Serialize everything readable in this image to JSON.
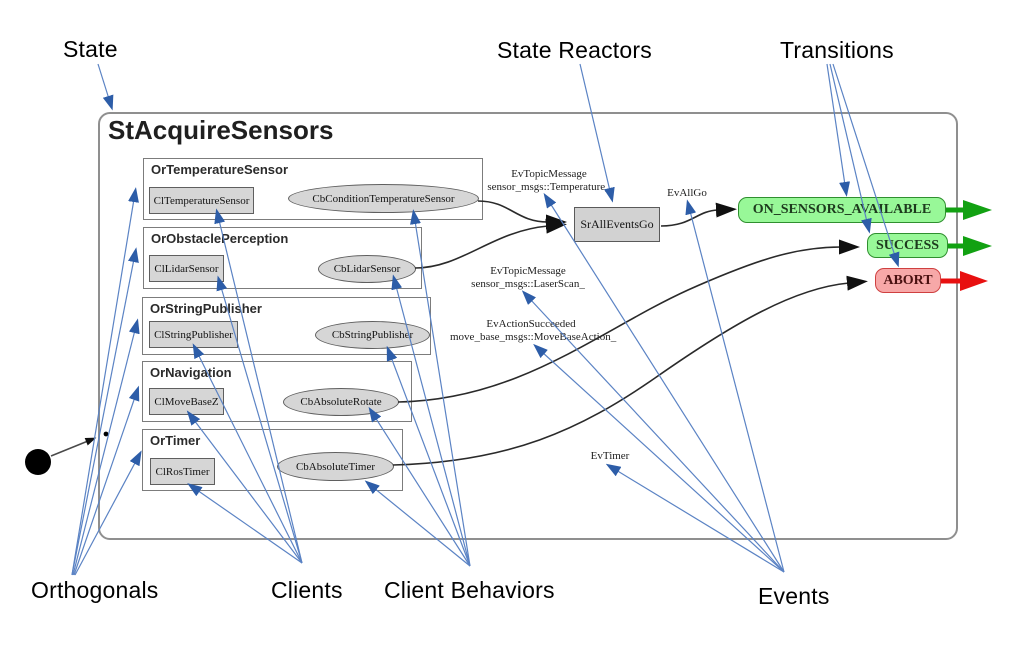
{
  "labels": {
    "state": "State",
    "state_reactors": "State Reactors",
    "transitions": "Transitions",
    "orthogonals": "Orthogonals",
    "clients": "Clients",
    "client_behaviors": "Client Behaviors",
    "events": "Events"
  },
  "state": {
    "title": "StAcquireSensors",
    "state_reactor": "SrAllEventsGo",
    "orthogonals": [
      {
        "name": "OrTemperatureSensor",
        "client": "ClTemperatureSensor",
        "behavior": "CbConditionTemperatureSensor"
      },
      {
        "name": "OrObstaclePerception",
        "client": "ClLidarSensor",
        "behavior": "CbLidarSensor"
      },
      {
        "name": "OrStringPublisher",
        "client": "ClStringPublisher",
        "behavior": "CbStringPublisher"
      },
      {
        "name": "OrNavigation",
        "client": "ClMoveBaseZ",
        "behavior": "CbAbsoluteRotate"
      },
      {
        "name": "OrTimer",
        "client": "ClRosTimer",
        "behavior": "CbAbsoluteTimer"
      }
    ]
  },
  "events": [
    {
      "line1": "EvTopicMessage",
      "line2": "sensor_msgs::Temperature_"
    },
    {
      "line1": "EvAllGo",
      "line2": ""
    },
    {
      "line1": "EvTopicMessage",
      "line2": "sensor_msgs::LaserScan_"
    },
    {
      "line1": "EvActionSucceeded",
      "line2": "move_base_msgs::MoveBaseAction_"
    },
    {
      "line1": "EvTimer",
      "line2": ""
    }
  ],
  "transitions": [
    {
      "label": "ON_SENSORS_AVAILABLE",
      "type": "green"
    },
    {
      "label": "SUCCESS",
      "type": "green"
    },
    {
      "label": "ABORT",
      "type": "red"
    }
  ],
  "colors": {
    "blue_line": "#5b83c4",
    "blue_arrow": "#2d5da8",
    "green_fill": "#98f898",
    "green_border": "#2f8f2f",
    "green_arrow": "#12a112",
    "red_fill": "#f7a8a8",
    "red_border": "#cf4040",
    "red_arrow": "#e81010",
    "node_fill": "#d6d6d6",
    "node_border": "#5f5f5f",
    "connector": "#2a2a2a"
  }
}
